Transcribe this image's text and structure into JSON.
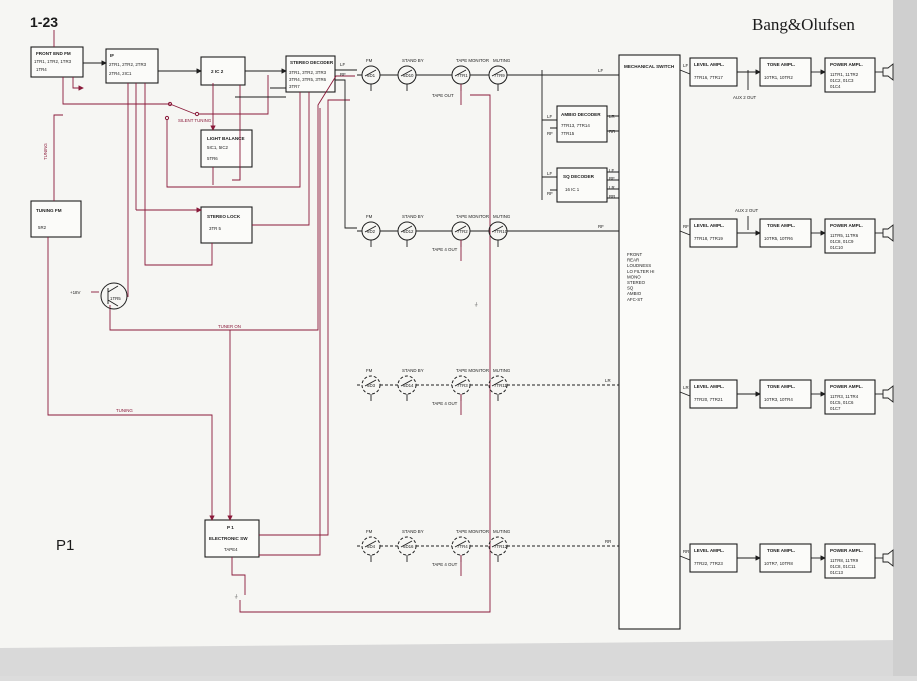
{
  "header": {
    "page_no": "1-23",
    "brand": "Bang&Olufsen",
    "sheet": "P1"
  },
  "blocks": {
    "frontend": {
      "title": "FRONT END FM",
      "l1": "1TR1, 1TR2, 1TR3",
      "l2": "1TR4"
    },
    "if": {
      "title": "IF",
      "l1": "2TR1, 2TR2, 2TR3",
      "l2": "2TR4, 2IC1"
    },
    "ic2": {
      "title": "2 IC 2"
    },
    "decoder": {
      "title": "STEREO DECODER",
      "l1": "3TR1, 3TR2, 3TR3",
      "l2": "3TR4, 3TR5, 3TR6",
      "l3": "3TR7"
    },
    "lightbal": {
      "title": "LIGHT BALANCE",
      "l1": "5IC1, 5IC2",
      "l2": "5TR6"
    },
    "stereolock": {
      "title": "STEREO LOCK",
      "l1": "3TR 5"
    },
    "tuningfm": {
      "title": "TUNING FM",
      "l1": "5R2"
    },
    "elecsw": {
      "title": "P 1",
      "l1": "ELECTRONIC SW",
      "l2": "TAPE4"
    },
    "mechswitch": {
      "title": "MECHANICAL SWITCH",
      "list": [
        "FRONT",
        "REAR",
        "LOUDNESS",
        "LO FILTER HI",
        "MONO",
        "STEREO",
        "SQ",
        "AMBIO",
        "AFC-ST"
      ]
    },
    "ambio": {
      "title": "AMBIO DECODER",
      "l1": "7TR13, 7TR14",
      "l2": "7TR15"
    },
    "sq": {
      "title": "SQ DECODER",
      "l1": "16 IC 1"
    }
  },
  "channels": [
    {
      "lvl_title": "LEVEL AMPL.",
      "lvl": "7TR16, 7TR17",
      "tone_title": "TONE AMPL.",
      "tone": "10TR1, 10TR2",
      "pow_title": "POWER AMPL.",
      "pow": [
        "11TR1, 11TR2",
        "01C2, 01C3",
        "01C4"
      ]
    },
    {
      "lvl_title": "LEVEL AMPL.",
      "lvl": "7TR18, 7TR19",
      "tone_title": "TONE AMPL.",
      "tone": "10TR5, 10TR6",
      "pow_title": "POWER AMPL.",
      "pow": [
        "11TR5, 11TR6",
        "01C8, 01C9",
        "01C10"
      ]
    },
    {
      "lvl_title": "LEVEL AMPL.",
      "lvl": "7TR20, 7TR21",
      "tone_title": "TONE AMPL.",
      "tone": "10TR3, 10TR4",
      "pow_title": "POWER AMPL.",
      "pow": [
        "11TR3, 11TR4",
        "01C5, 01C6",
        "01C7"
      ]
    },
    {
      "lvl_title": "LEVEL AMPL.",
      "lvl": "7TR22, 7TR23",
      "tone_title": "TONE AMPL.",
      "tone": "10TR7, 10TR8",
      "pow_title": "POWER AMPL.",
      "pow": [
        "11TR8, 11TR9",
        "01C8, 01C11",
        "01C13"
      ]
    }
  ],
  "rows": [
    {
      "fm": "FM",
      "fm_ref": "6D1",
      "sb": "STAND BY",
      "sb_ref": "6D10",
      "tm": "TAPE MONITOR",
      "tm_ref": "7TR1",
      "mu": "MUTING",
      "mu_ref": "7TR9"
    },
    {
      "fm": "FM",
      "fm_ref": "6D2",
      "sb": "STAND BY",
      "sb_ref": "6D12",
      "tm": "TAPE MONITOR",
      "tm_ref": "7TR2",
      "mu": "MUTING",
      "mu_ref": "7TR10"
    },
    {
      "fm": "FM",
      "fm_ref": "6D3",
      "sb": "STAND BY",
      "sb_ref": "6D14",
      "tm": "TAPE MONITOR",
      "tm_ref": "7TR3",
      "mu": "MUTING",
      "mu_ref": "7TR11"
    },
    {
      "fm": "FM",
      "fm_ref": "6D4",
      "sb": "STAND BY",
      "sb_ref": "6D16",
      "tm": "TAPE MONITOR",
      "tm_ref": "7TR4",
      "mu": "MUTING",
      "mu_ref": "7TR12"
    }
  ],
  "labels": {
    "lf": "LF",
    "rf": "RF",
    "lr": "LR",
    "rr": "RR",
    "tape_out": "TAPE OUT",
    "tape4_out": "TAPE 4 OUT",
    "aux2_out": "AUX 2 OUT",
    "silent_tuning": "SILENT TUNING",
    "tuning": "TUNING",
    "tuner_on": "TUNER ON",
    "plus18v": "+18V",
    "tr_ref": "1TR5"
  }
}
